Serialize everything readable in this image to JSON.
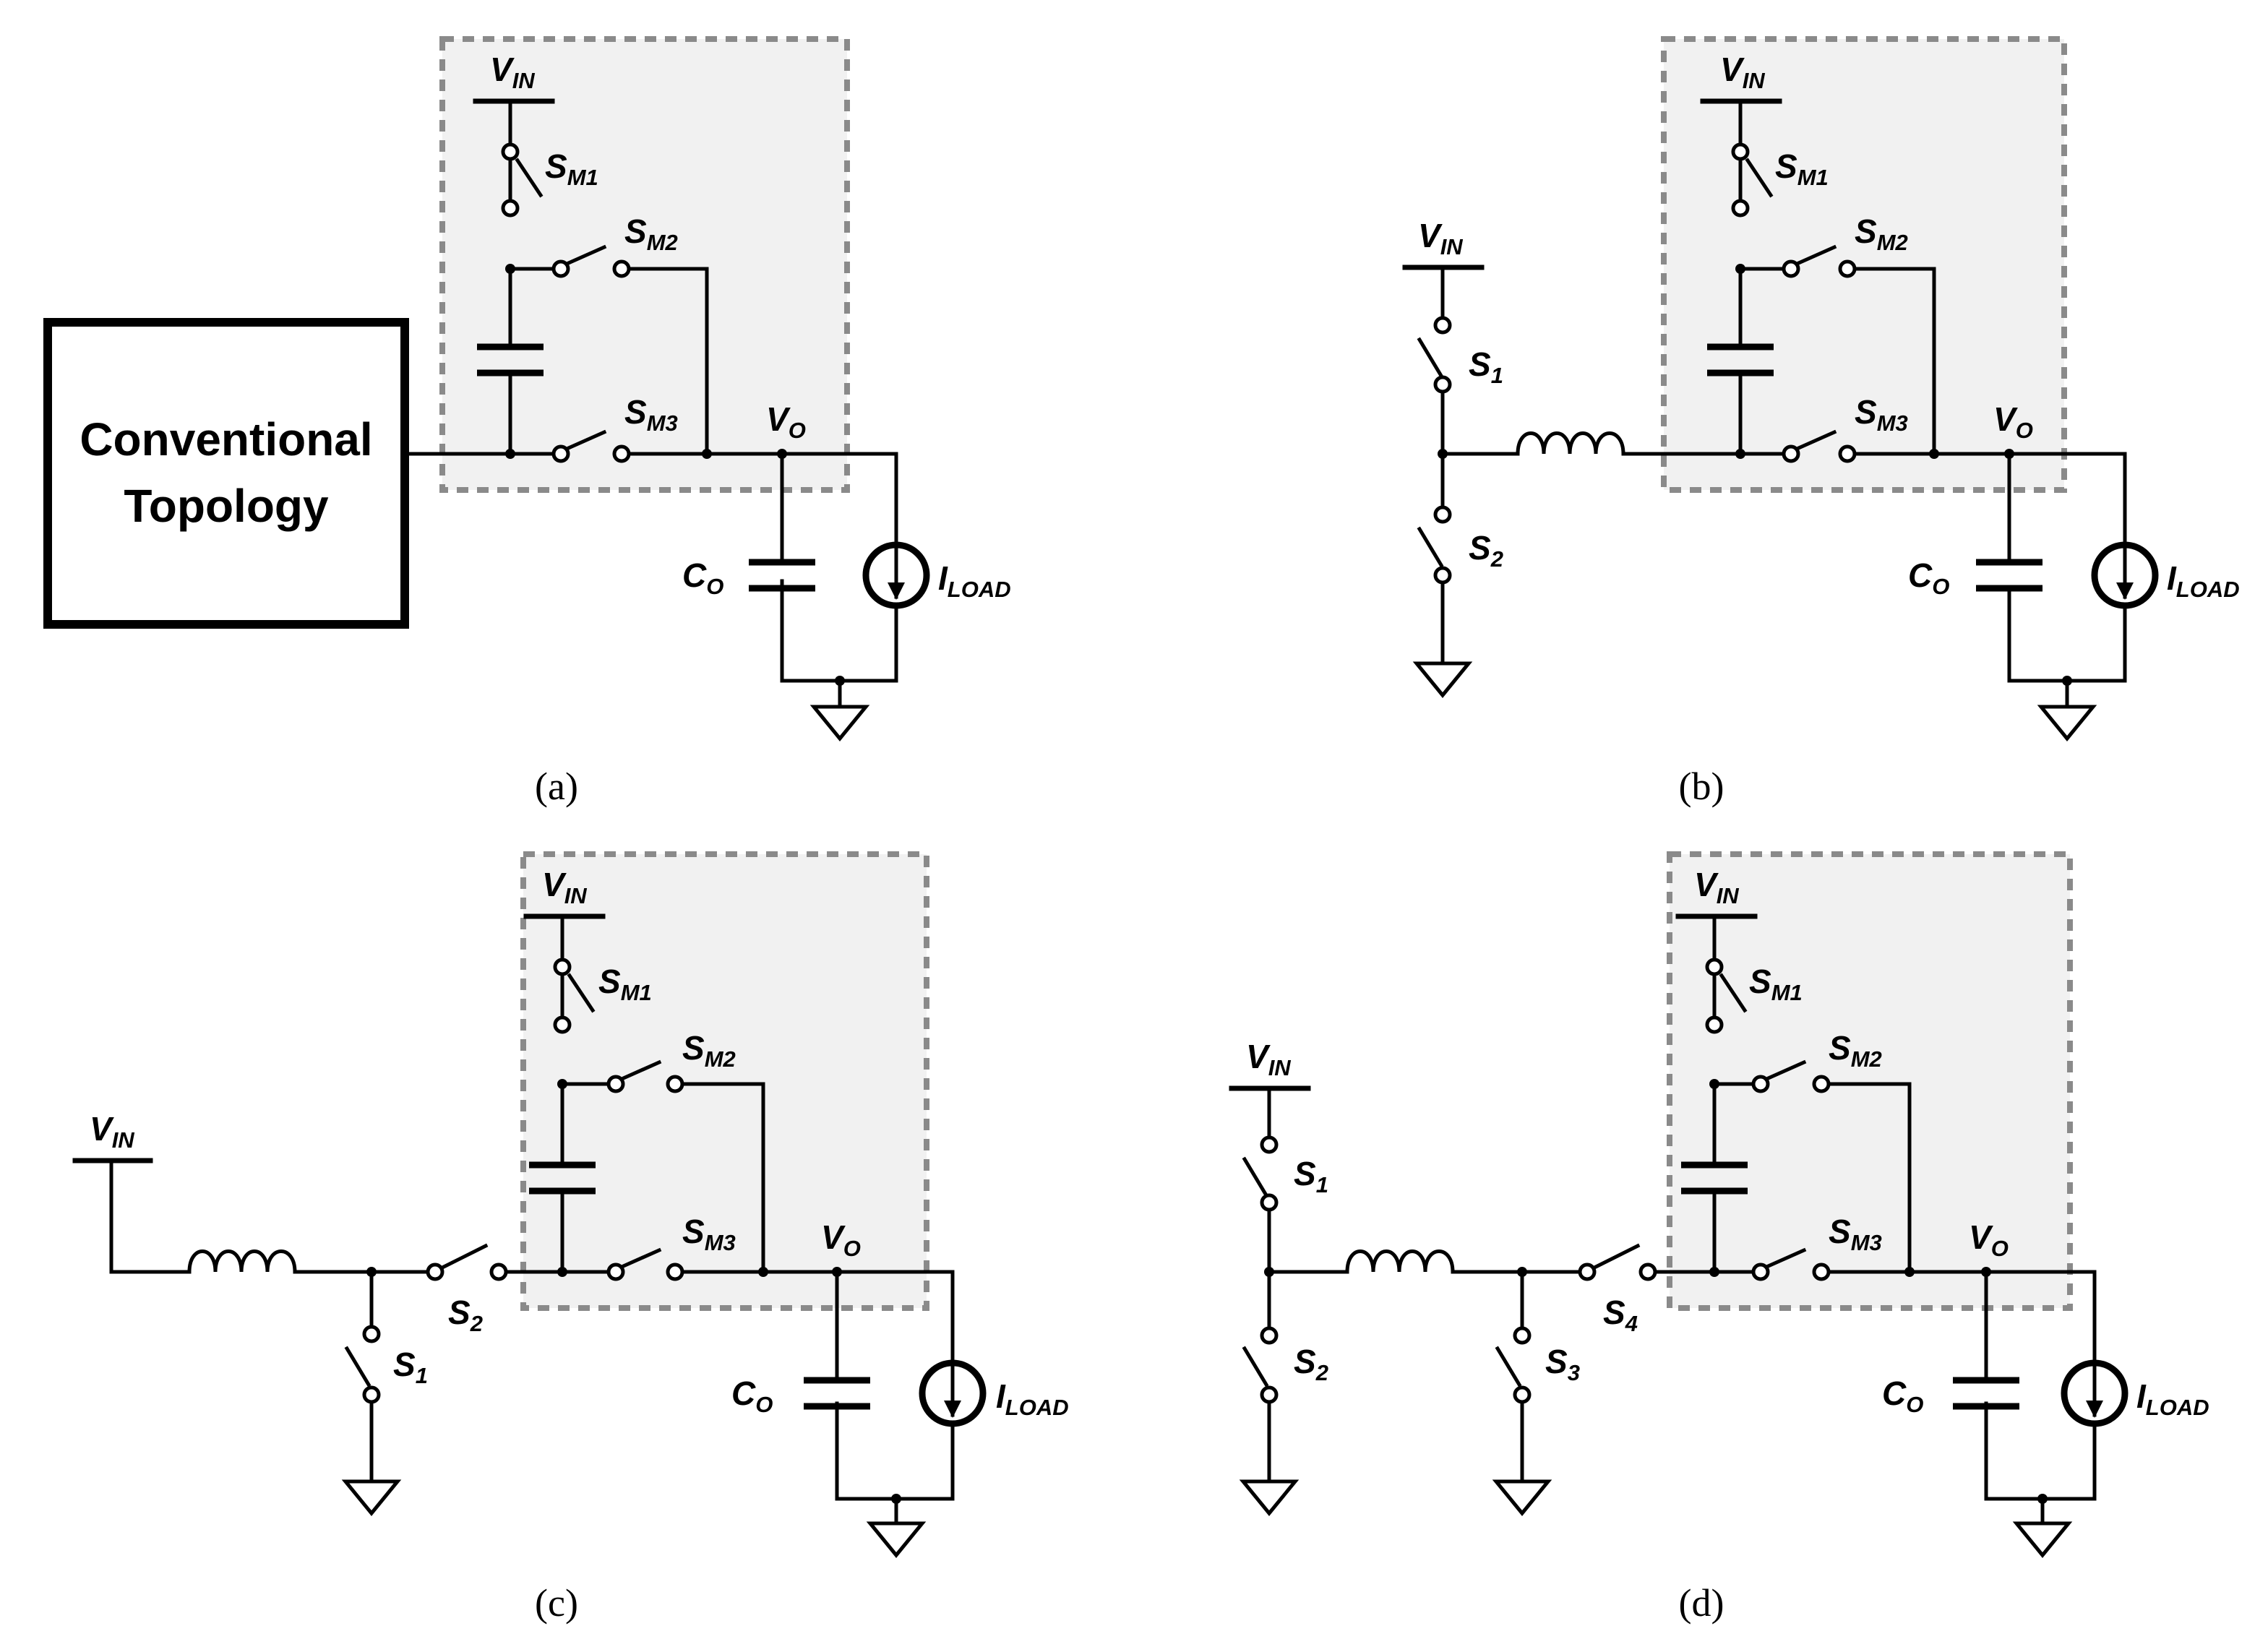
{
  "labels": {
    "vin": "V",
    "vin_sub": "IN",
    "vo": "V",
    "vo_sub": "O",
    "co": "C",
    "co_sub": "O",
    "iload": "I",
    "iload_sub": "LOAD",
    "s": "S",
    "sm1": "M1",
    "sm2": "M2",
    "sm3": "M3",
    "s1": "1",
    "s2": "2",
    "s3": "3",
    "s4": "4"
  },
  "box": {
    "line1": "Conventional",
    "line2": "Topology"
  },
  "captions": {
    "a": "(a)",
    "b": "(b)",
    "c": "(c)",
    "d": "(d)"
  },
  "colors": {
    "wire": "#000000",
    "module_fill": "#f1f1f1",
    "module_border": "#8a8a8a"
  }
}
